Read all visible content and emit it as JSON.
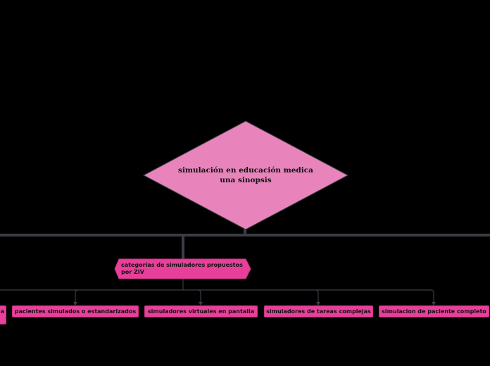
{
  "diagram": {
    "root": {
      "title": "simulación en educación medica\nuna sinopsis",
      "color": "#e884bb"
    },
    "category": {
      "label": "categorias de simuladores propuestos por ZIV",
      "color": "#e8409a"
    },
    "leaves": [
      {
        "label": "a"
      },
      {
        "label": "pacientes simulados o estandarizados"
      },
      {
        "label": "simuladores virtuales en pantalla"
      },
      {
        "label": "simuladores de tareas complejas"
      },
      {
        "label": "simulacion de paciente completo"
      }
    ],
    "colors": {
      "background": "#000000",
      "connector": "#3a3d44",
      "leaf": "#e8409a"
    }
  }
}
